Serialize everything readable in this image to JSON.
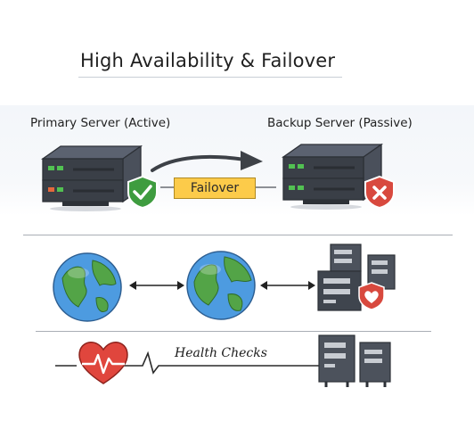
{
  "title": "High Availability & Failover",
  "primary_label": "Primary Server (Active)",
  "backup_label": "Backup Server (Passive)",
  "failover_label": "Failover",
  "health_label": "Health Checks",
  "colors": {
    "check_green": "#3e9c3f",
    "cross_red": "#d8493e",
    "failover_yellow": "#fccb4a",
    "heart_red": "#e0463d",
    "server_dark": "#3a3f47"
  }
}
